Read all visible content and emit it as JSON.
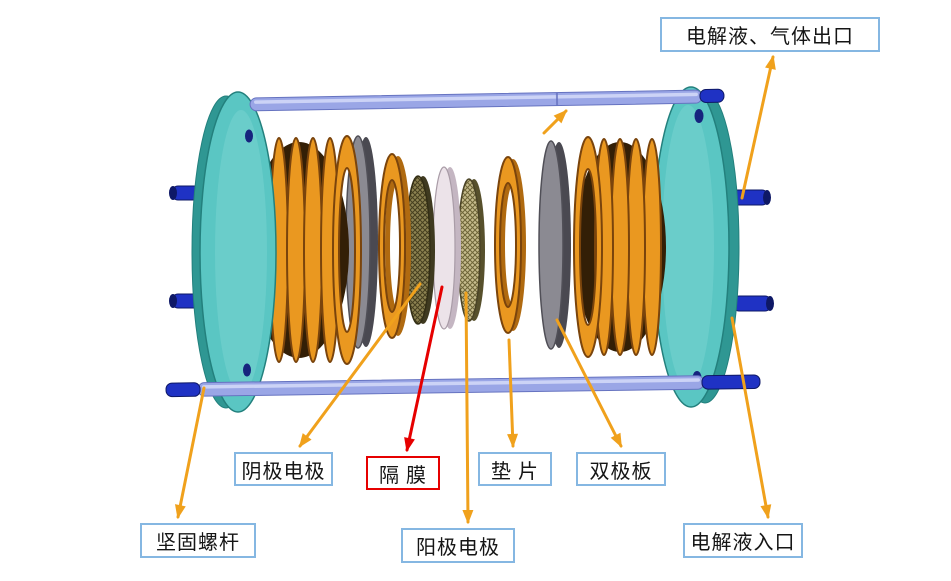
{
  "colors": {
    "label-border-blue": "#85b7e2",
    "label-border-red": "#e60000",
    "arrow-orange": "#f0a11c",
    "arrow-red": "#e60000",
    "endplate-teal": "#5ac6c3",
    "endplate-teal-dark": "#2f9793",
    "rod-periwinkle": "#9aa6e6",
    "rod-blue-dark": "#1f32c4",
    "coil-copper": "#ea9820",
    "coil-interior": "#331f06",
    "plate-gray": "#8b8a92",
    "membrane-pink": "#ece3e9",
    "mesh-olive": "#8d8352",
    "mesh-tan": "#c7bd8e"
  },
  "labels": {
    "outlet": {
      "text": "电解液、气体出口"
    },
    "cathode": {
      "text": "阴极电极"
    },
    "membrane": {
      "text": "隔 膜"
    },
    "gasket": {
      "text": "垫 片"
    },
    "bipolar": {
      "text": "双极板"
    },
    "anode": {
      "text": "阳极电极"
    },
    "bolt": {
      "text": "坚固螺杆"
    },
    "inlet": {
      "text": "电解液入口"
    }
  }
}
